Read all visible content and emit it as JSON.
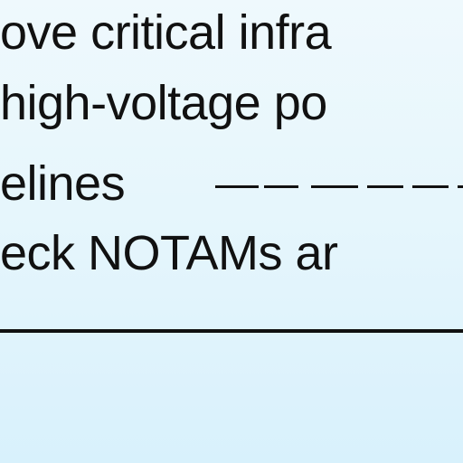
{
  "note": {
    "lines": [
      "ove critical infra",
      "high-voltage po",
      "elines",
      "eck NOTAMs ar"
    ]
  },
  "colors": {
    "background_top": "#eff9fd",
    "background_bottom": "#d8f1fc",
    "text": "#111111"
  }
}
